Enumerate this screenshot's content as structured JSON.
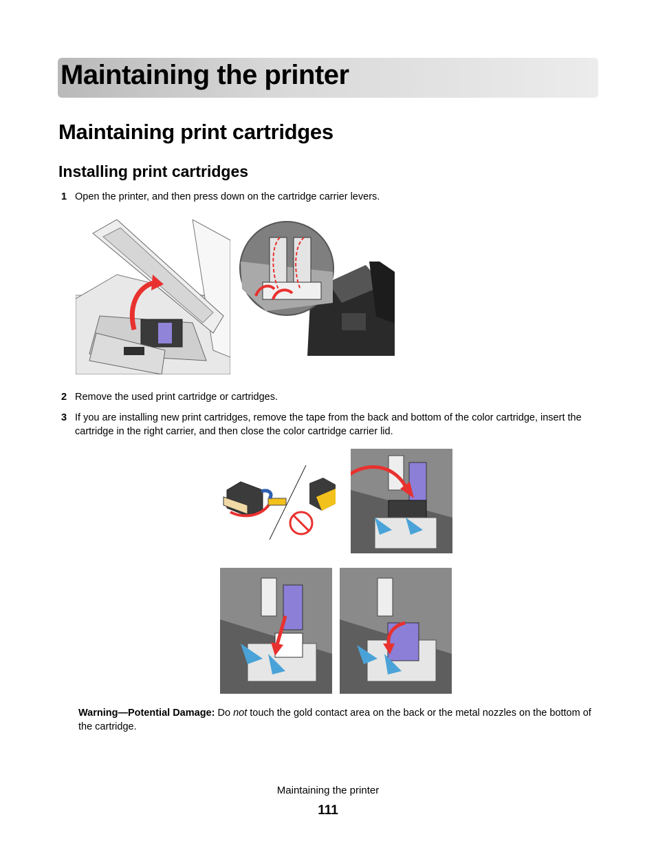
{
  "chapter": {
    "title": "Maintaining the printer"
  },
  "section": {
    "title": "Maintaining print cartridges"
  },
  "subsection": {
    "title": "Installing print cartridges"
  },
  "steps": [
    {
      "number": "1",
      "text": "Open the printer, and then press down on the cartridge carrier levers."
    },
    {
      "number": "2",
      "text": "Remove the used print cartridge or cartridges."
    },
    {
      "number": "3",
      "text": "If you are installing new print cartridges, remove the tape from the back and bottom of the color cartridge, insert the cartridge in the right carrier, and then close the color cartridge carrier lid."
    }
  ],
  "warning": {
    "label": "Warning—Potential Damage:",
    "pre": " Do ",
    "emphasis": "not",
    "post": " touch the gold contact area on the back or the metal nozzles on the bottom of the cartridge."
  },
  "footer": {
    "title": "Maintaining the printer",
    "page": "111"
  },
  "colors": {
    "arrow": "#e8312f",
    "carrier_blue": "#4aa3d8",
    "cartridge_purple": "#7b6fc9",
    "tape_yellow": "#f3c11b"
  }
}
